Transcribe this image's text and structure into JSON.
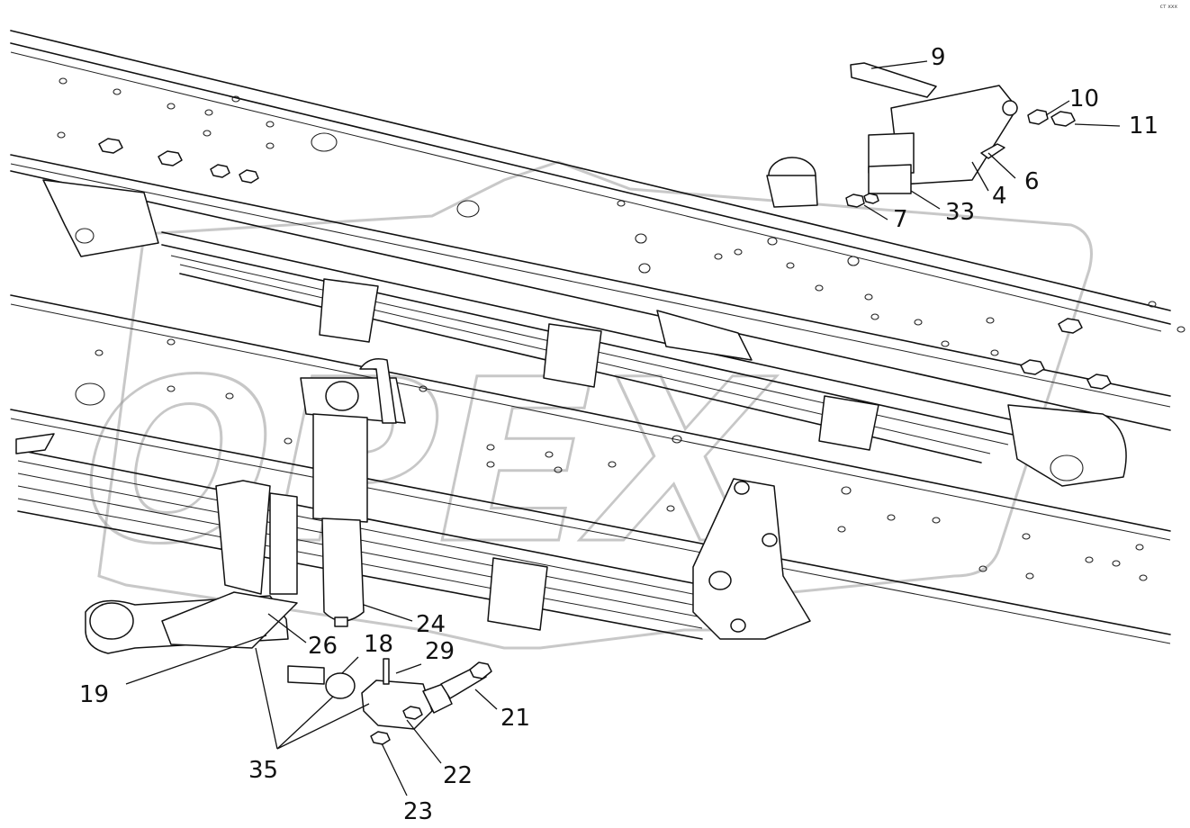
{
  "title": "Rear suspension assembly exploded view",
  "watermark": "OPEX",
  "corner_mark": "ст ххх",
  "callouts": [
    {
      "id": "c9",
      "label": "9"
    },
    {
      "id": "c10",
      "label": "10"
    },
    {
      "id": "c11",
      "label": "11"
    },
    {
      "id": "c6",
      "label": "6"
    },
    {
      "id": "c4",
      "label": "4"
    },
    {
      "id": "c33",
      "label": "33"
    },
    {
      "id": "c7",
      "label": "7"
    },
    {
      "id": "c24",
      "label": "24"
    },
    {
      "id": "c26",
      "label": "26"
    },
    {
      "id": "c18",
      "label": "18"
    },
    {
      "id": "c29",
      "label": "29"
    },
    {
      "id": "c19",
      "label": "19"
    },
    {
      "id": "c21",
      "label": "21"
    },
    {
      "id": "c35",
      "label": "35"
    },
    {
      "id": "c22",
      "label": "22"
    },
    {
      "id": "c23",
      "label": "23"
    }
  ]
}
